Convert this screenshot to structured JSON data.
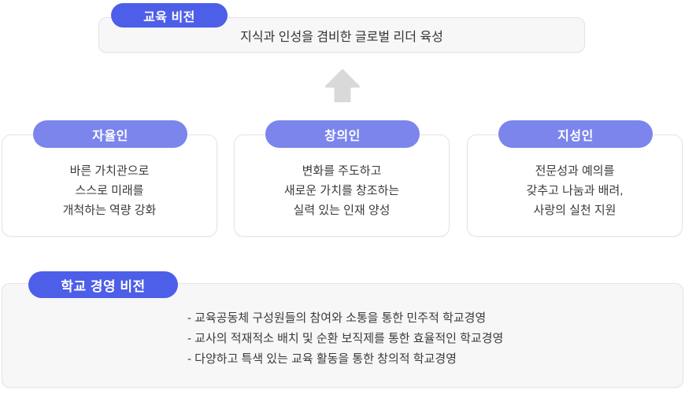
{
  "colors": {
    "primary": "#4d5ee8",
    "secondary": "#7b85ec",
    "box_bg": "#f7f7f8",
    "border": "#e4e4e8",
    "arrow": "#d9d9d9",
    "text": "#3a3a3a"
  },
  "education_vision": {
    "badge": "교육 비전",
    "statement": "지식과 인성을 겸비한 글로벌 리더 육성"
  },
  "arrow_icon": "up-arrow",
  "pillars": [
    {
      "badge": "자율인",
      "lines": [
        "바른 가치관으로",
        "스스로 미래를",
        "개척하는 역량 강화"
      ]
    },
    {
      "badge": "창의인",
      "lines": [
        "변화를 주도하고",
        "새로운 가치를 창조하는",
        "실력 있는 인재 양성"
      ]
    },
    {
      "badge": "지성인",
      "lines": [
        "전문성과 예의를",
        "갖추고 나눔과 배려,",
        "사랑의 실천 지원"
      ]
    }
  ],
  "management_vision": {
    "badge": "학교 경영 비전",
    "bullets": [
      "- 교육공동체 구성원들의 참여와 소통을 통한 민주적 학교경영",
      "- 교사의 적재적소 배치 및 순환 보직제를 통한 효율적인 학교경영",
      "- 다양하고 특색 있는 교육 활동을 통한 창의적 학교경영"
    ]
  }
}
